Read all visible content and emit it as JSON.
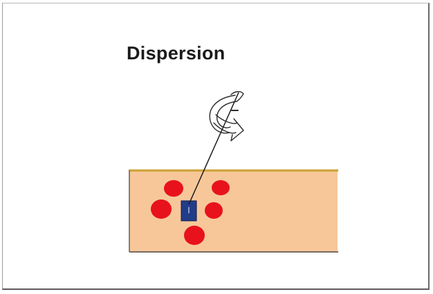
{
  "slide": {
    "title": "Dispersion"
  },
  "colors": {
    "container_fill": "#f7c79a",
    "container_border": "#4a3a2a",
    "container_top_edge": "#c8a030",
    "particle": "#e8121c",
    "particle_outline": "#a80c12",
    "central_block": "#213c88",
    "stirrer_line": "#1a1a1a"
  },
  "icons": {
    "stirrer": "rotation-arrow-icon",
    "particles": "circle",
    "central_block": "square"
  }
}
